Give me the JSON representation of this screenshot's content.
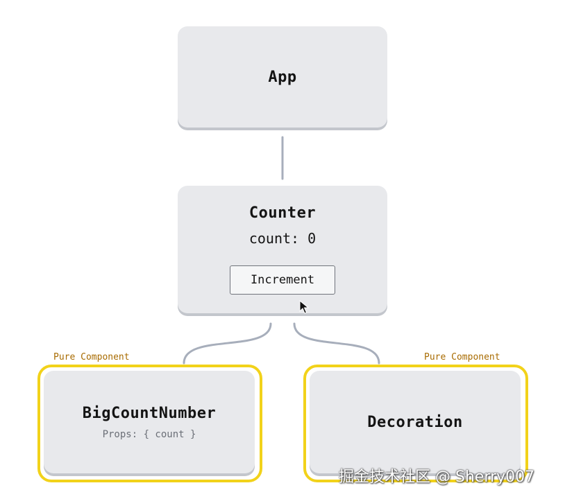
{
  "nodes": {
    "app": {
      "title": "App"
    },
    "counter": {
      "title": "Counter",
      "state_text": "count: 0",
      "button_label": "Increment"
    },
    "big_count_number": {
      "title": "BigCountNumber",
      "props_text": "Props: { count }",
      "tag": "Pure Component"
    },
    "decoration": {
      "title": "Decoration",
      "tag": "Pure Component"
    }
  },
  "colors": {
    "box_fill": "#e8e9ec",
    "connector": "#a7aebb",
    "pure_highlight": "#f2d21a",
    "pure_label": "#a86b00"
  },
  "watermark": "掘金技术社区 @ Sherry007"
}
